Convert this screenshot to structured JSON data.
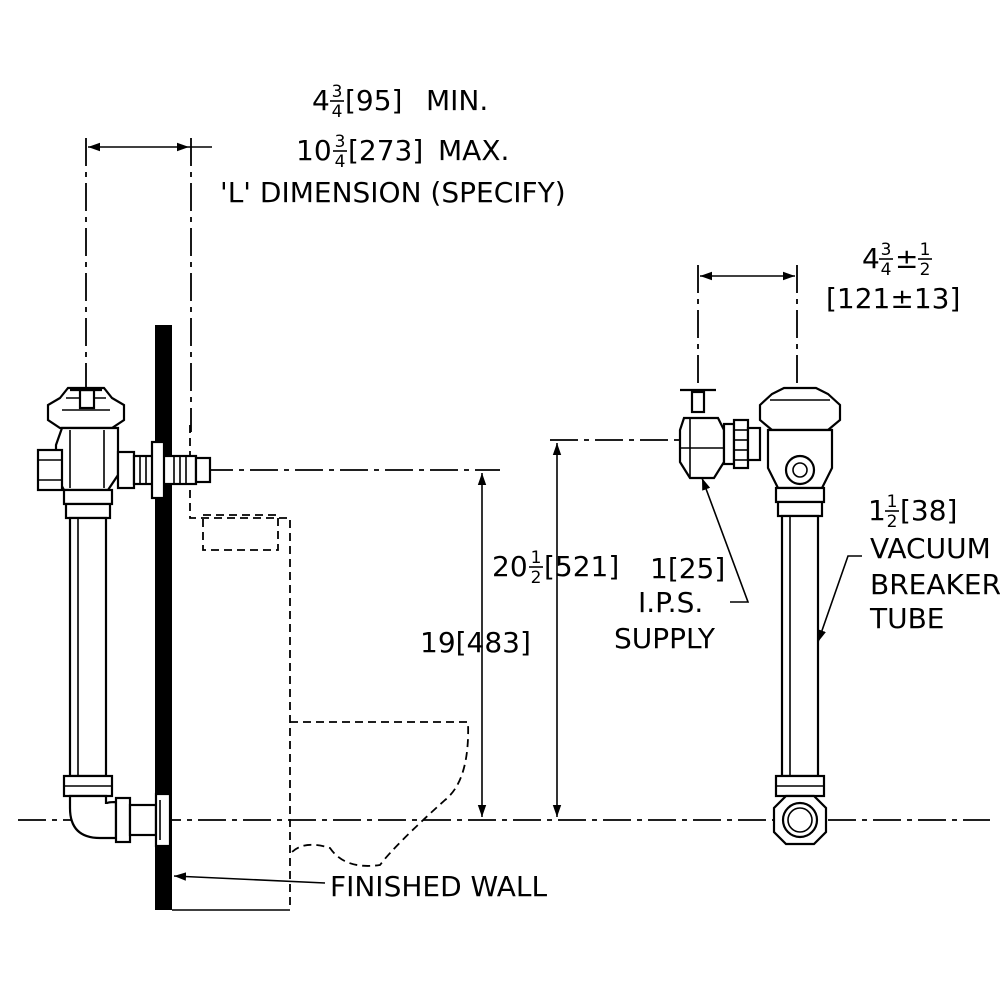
{
  "dimensions": {
    "l_dim_min": {
      "whole": "4",
      "num": "3",
      "den": "4",
      "metric": "[95]",
      "suffix": "MIN."
    },
    "l_dim_max": {
      "whole": "10",
      "num": "3",
      "den": "4",
      "metric": "[273]",
      "suffix": "MAX."
    },
    "l_dim_caption": "'L' DIMENSION (SPECIFY)",
    "right_offset": {
      "whole": "4",
      "num": "3",
      "den": "4",
      "pm": "±",
      "tol_num": "1",
      "tol_den": "2",
      "metric": "[121±13]"
    },
    "height_19": "19[483]",
    "height_20": {
      "whole": "20",
      "num": "1",
      "den": "2",
      "metric": "[521]"
    }
  },
  "callouts": {
    "supply": {
      "size": "1[25]",
      "line2": "I.P.S.",
      "line3": "SUPPLY"
    },
    "vacuum_breaker": {
      "whole": "1",
      "num": "1",
      "den": "2",
      "metric": "[38]",
      "line2": "VACUUM",
      "line3": "BREAKER",
      "line4": "TUBE"
    },
    "finished_wall": "FINISHED WALL"
  }
}
